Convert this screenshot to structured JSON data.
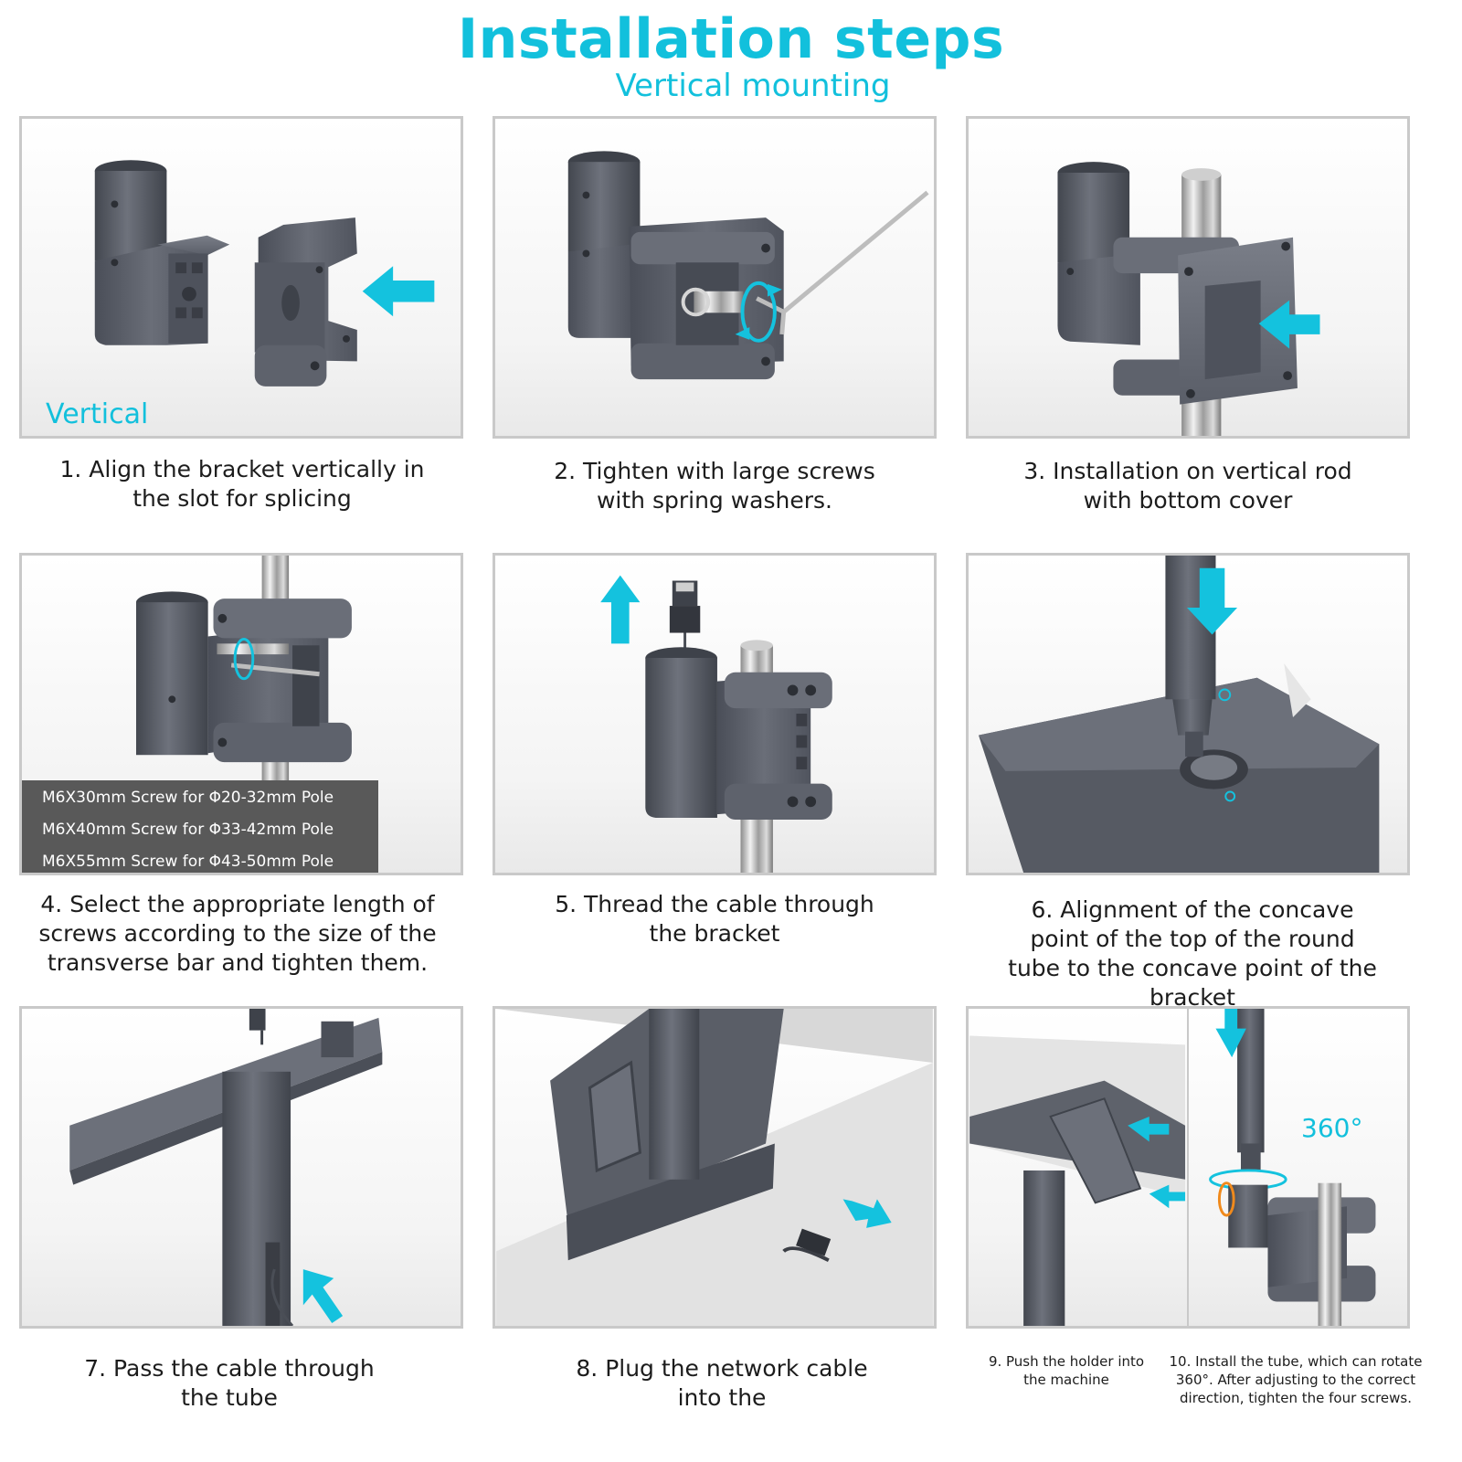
{
  "header": {
    "title": "Installation steps",
    "subtitle": "Vertical mounting"
  },
  "steps": [
    {
      "caption": "1. Align the bracket vertically in the slot for splicing",
      "tag": "Vertical"
    },
    {
      "caption": "2. Tighten with large screws with spring washers."
    },
    {
      "caption": "3. Installation on vertical rod with bottom cover"
    },
    {
      "caption": "4. Select the appropriate length of screws according to the size of the transverse bar and tighten them.",
      "specs": [
        "M6X30mm Screw for Φ20-32mm Pole",
        "M6X40mm Screw for Φ33-42mm Pole",
        "M6X55mm Screw for Φ43-50mm Pole"
      ]
    },
    {
      "caption": "5. Thread the cable through the bracket"
    },
    {
      "caption": "6. Alignment of the concave point of the top of the round tube to the concave point of the bracket"
    },
    {
      "caption": "7. Pass the cable through the tube"
    },
    {
      "caption": "8. Plug the network cable into the"
    },
    {
      "caption_9": "9.  Push the holder into the machine",
      "caption_10": "10. Install the tube, which can rotate 360°. After adjusting to the correct direction, tighten the four screws.",
      "rotation_label": "360°"
    }
  ],
  "colors": {
    "accent": "#12c0dc",
    "bracket": "#5b5f6a",
    "border": "#c9c9c9",
    "spec_box": "#595959"
  },
  "icons": [
    "arrow-icon",
    "rotate-icon",
    "hex-key-icon",
    "rj45-plug-icon"
  ]
}
